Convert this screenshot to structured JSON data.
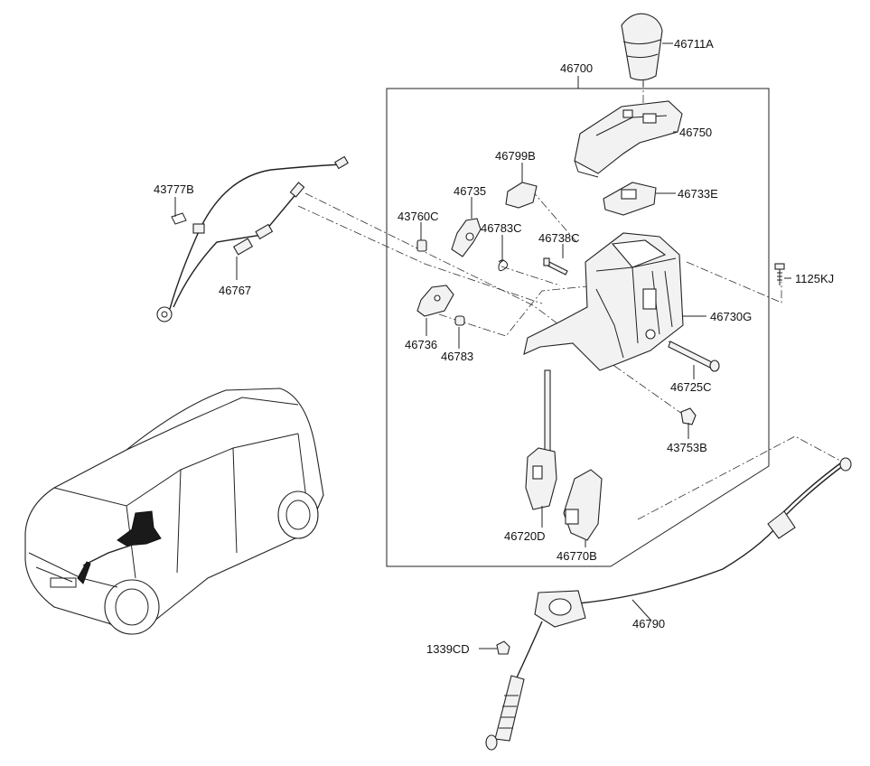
{
  "diagram": {
    "labels": [
      {
        "id": "46711A",
        "text": "46711A"
      },
      {
        "id": "46700",
        "text": "46700"
      },
      {
        "id": "46750",
        "text": "46750"
      },
      {
        "id": "46799B",
        "text": "46799B"
      },
      {
        "id": "46733E",
        "text": "46733E"
      },
      {
        "id": "43777B",
        "text": "43777B"
      },
      {
        "id": "46735",
        "text": "46735"
      },
      {
        "id": "43760C",
        "text": "43760C"
      },
      {
        "id": "46783C",
        "text": "46783C"
      },
      {
        "id": "46738C",
        "text": "46738C"
      },
      {
        "id": "1125KJ",
        "text": "1125KJ"
      },
      {
        "id": "46767",
        "text": "46767"
      },
      {
        "id": "46730G",
        "text": "46730G"
      },
      {
        "id": "46736",
        "text": "46736"
      },
      {
        "id": "46783",
        "text": "46783"
      },
      {
        "id": "46725C",
        "text": "46725C"
      },
      {
        "id": "43753B",
        "text": "43753B"
      },
      {
        "id": "46720D",
        "text": "46720D"
      },
      {
        "id": "46770B",
        "text": "46770B"
      },
      {
        "id": "46790",
        "text": "46790"
      },
      {
        "id": "1339CD",
        "text": "1339CD"
      }
    ]
  }
}
